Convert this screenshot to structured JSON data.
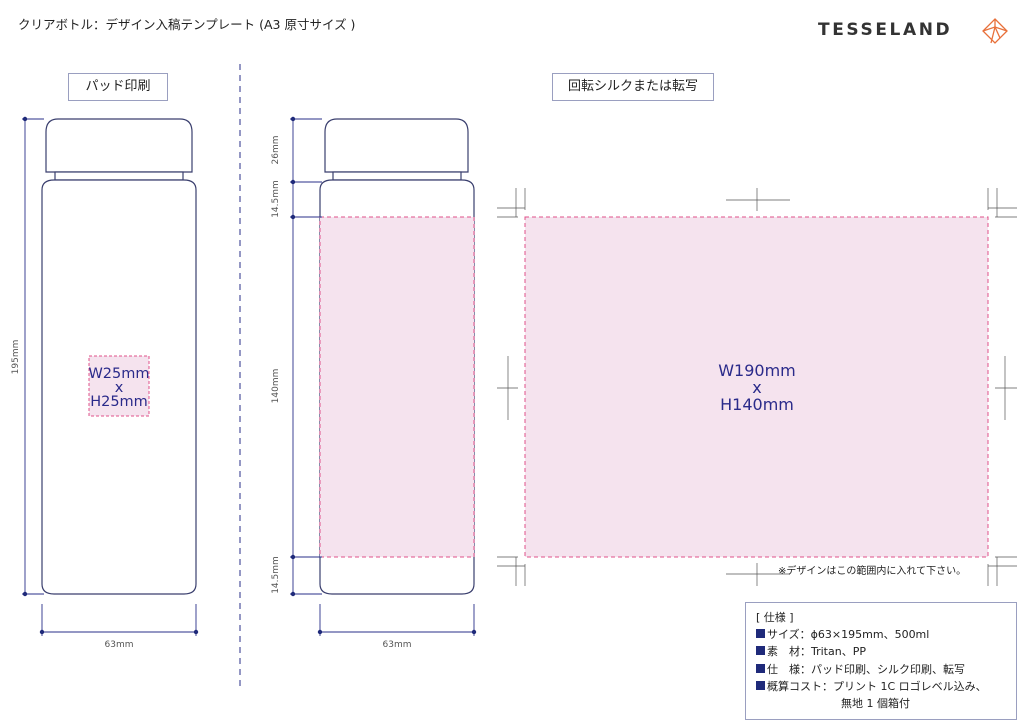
{
  "header": {
    "title": "クリアボトル：デザイン入稿テンプレート (A3 原寸サイズ )",
    "brand": "TESSELAND",
    "logo_icon": "diamond-logo-icon",
    "logo_color": "#e8703a"
  },
  "pad_section": {
    "label": "パッド印刷",
    "print_area": {
      "w": "W25mm",
      "x": "x",
      "h": "H25mm"
    },
    "height_dim": "195mm",
    "width_dim": "63mm"
  },
  "silk_section": {
    "label": "回転シルクまたは転写",
    "dims": {
      "cap": "26mm",
      "top_margin": "14.5mm",
      "print_height": "140mm",
      "bottom_margin": "14.5mm",
      "width": "63mm"
    },
    "print_area": {
      "w": "W190mm",
      "x": "x",
      "h": "H140mm"
    },
    "note": "※デザインはこの範囲内に入れて下さい。"
  },
  "spec": {
    "heading": "[ 仕様 ]",
    "rows": [
      "サイズ：ϕ63×195mm、500ml",
      "素　材：Tritan、PP",
      "仕　様：パッド印刷、シルク印刷、転写",
      "概算コスト：プリント 1C ロゴレベル込み、"
    ],
    "cont": "無地 1 個箱付"
  },
  "colors": {
    "outline": "#3a3f6e",
    "dim_line": "#2a2f8a",
    "print_fill": "#f5e3ee",
    "print_border": "#e0508a",
    "accent": "#e8703a"
  }
}
